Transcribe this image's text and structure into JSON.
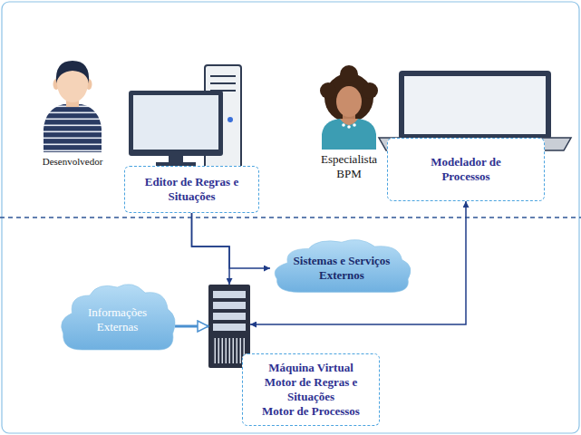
{
  "diagram": {
    "nodes": [
      {
        "text": [
          "Editor de Regras e Situações"
        ]
      },
      {
        "text": [
          "Modelador de Processos"
        ]
      },
      {
        "text": [
          "Sistemas e Serviços Externos"
        ]
      },
      {
        "text": [
          "Informações Externas"
        ]
      },
      {
        "text": [
          "Máquina Virtual",
          "Motor de Regras e Situações",
          "Motor de Processos"
        ]
      }
    ],
    "edges": [
      {
        "from": 0,
        "to": 4,
        "arrow": "to"
      },
      {
        "from": 0,
        "to": 2,
        "arrow": "to"
      },
      {
        "from": 3,
        "to": 4,
        "arrow": "to"
      },
      {
        "from": 4,
        "to": 1,
        "arrow": "both"
      }
    ],
    "labels": [
      "Desenvolvedor",
      "Especialista BPM"
    ]
  }
}
